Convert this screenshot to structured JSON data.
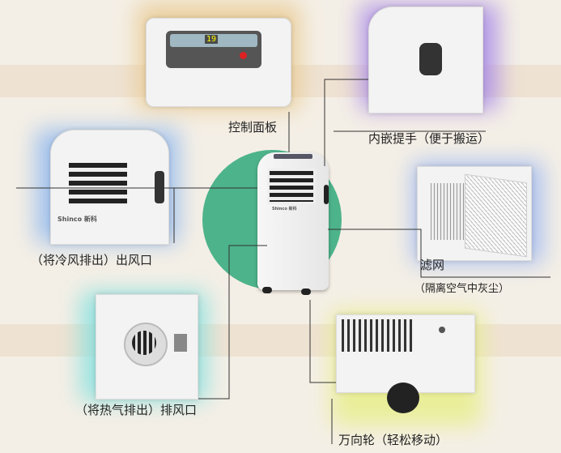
{
  "labels": {
    "control_panel": "控制面板",
    "handle": "内嵌提手（便于搬运）",
    "outlet": "（将冷风排出）出风口",
    "filter": "滤网",
    "filter_note": "（隔离空气中灰尘）",
    "exhaust": "（将热气排出）排风口",
    "wheel": "万向轮（轻松移动）"
  },
  "product": {
    "brand": "Shinco 新科",
    "display": "19"
  },
  "colors": {
    "circle": "#4db38b",
    "background": "#f4efe6"
  }
}
